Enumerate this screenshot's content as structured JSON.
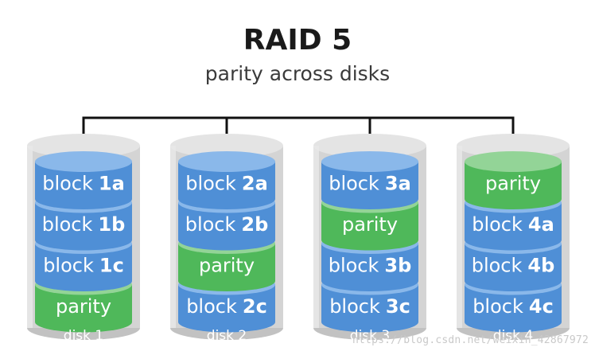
{
  "title": "RAID 5",
  "subtitle": "parity across disks",
  "colors": {
    "data_block": "#4f8fd6",
    "data_block_top": "#8ab8ea",
    "parity_block": "#4fb85a",
    "parity_block_top": "#93d497",
    "disk_body": "#d4d4d4",
    "bus_line": "#111111"
  },
  "disks": [
    {
      "label": "disk 1",
      "blocks": [
        {
          "prefix": "block",
          "id": "1a",
          "kind": "data"
        },
        {
          "prefix": "block",
          "id": "1b",
          "kind": "data"
        },
        {
          "prefix": "block",
          "id": "1c",
          "kind": "data"
        },
        {
          "prefix": "parity",
          "id": "",
          "kind": "parity"
        }
      ]
    },
    {
      "label": "disk 2",
      "blocks": [
        {
          "prefix": "block",
          "id": "2a",
          "kind": "data"
        },
        {
          "prefix": "block",
          "id": "2b",
          "kind": "data"
        },
        {
          "prefix": "parity",
          "id": "",
          "kind": "parity"
        },
        {
          "prefix": "block",
          "id": "2c",
          "kind": "data"
        }
      ]
    },
    {
      "label": "disk 3",
      "blocks": [
        {
          "prefix": "block",
          "id": "3a",
          "kind": "data"
        },
        {
          "prefix": "parity",
          "id": "",
          "kind": "parity"
        },
        {
          "prefix": "block",
          "id": "3b",
          "kind": "data"
        },
        {
          "prefix": "block",
          "id": "3c",
          "kind": "data"
        }
      ]
    },
    {
      "label": "disk 4",
      "blocks": [
        {
          "prefix": "parity",
          "id": "",
          "kind": "parity"
        },
        {
          "prefix": "block",
          "id": "4a",
          "kind": "data"
        },
        {
          "prefix": "block",
          "id": "4b",
          "kind": "data"
        },
        {
          "prefix": "block",
          "id": "4c",
          "kind": "data"
        }
      ]
    }
  ],
  "watermark": "https://blog.csdn.net/weixin_42867972"
}
